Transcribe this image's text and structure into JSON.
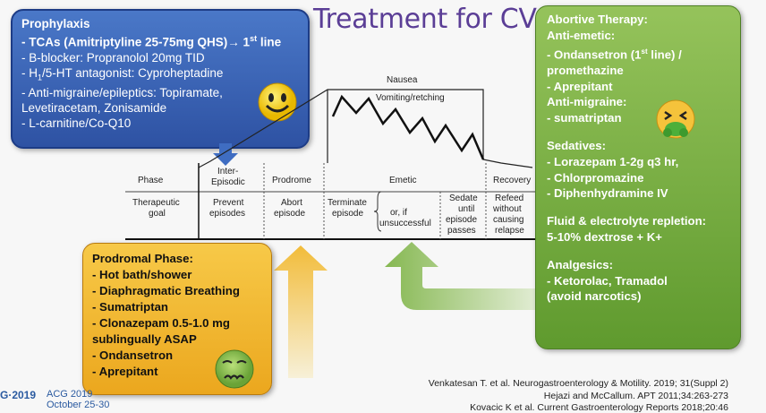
{
  "slide_title": "Treatment for CVS",
  "prophylaxis": {
    "heading": "Prophylaxis",
    "items": [
      "- TCAs (Amitriptyline 25-75mg QHS)→ 1st line",
      "- B-blocker: Propranolol 20mg TID",
      "- H1/5-HT antagonist: Cyproheptadine",
      "- Anti-migraine/epileptics: Topiramate,",
      "Levetiracetam, Zonisamide",
      "- L-carnitine/Co-Q10"
    ]
  },
  "abortive": {
    "lines": [
      "Abortive Therapy:",
      "Anti-emetic:",
      "- Ondansetron (1st line) /",
      "promethazine",
      "- Aprepitant",
      "Anti-migraine:",
      "- sumatriptan",
      "",
      "Sedatives:",
      "- Lorazepam 1-2g q3 hr,",
      "- Chlorpromazine",
      "- Diphenhydramine IV",
      "",
      "Fluid & electrolyte repletion:",
      "5-10% dextrose + K+",
      "",
      "Analgesics:",
      "- Ketorolac, Tramadol",
      "(avoid narcotics)"
    ]
  },
  "prodromal": {
    "lines": [
      "Prodromal Phase:",
      "- Hot bath/shower",
      "- Diaphragmatic Breathing",
      "- Sumatriptan",
      "- Clonazepam 0.5-1.0 mg",
      "sublingually ASAP",
      "- Ondansetron",
      "- Aprepitant"
    ]
  },
  "diagram": {
    "nausea": "Nausea",
    "vomiting": "Vomiting/retching",
    "phase_label": "Phase",
    "goal_label": [
      "Therapeutic",
      "goal"
    ],
    "phases": [
      {
        "name": [
          "Inter-",
          "Episodic"
        ],
        "goal": [
          "Prevent",
          "episodes"
        ]
      },
      {
        "name": [
          "Prodrome"
        ],
        "goal": [
          "Abort",
          "episode"
        ]
      },
      {
        "name": [
          "Emetic"
        ],
        "goal": [
          "Terminate",
          "episode"
        ]
      },
      {
        "name": [],
        "goal": [
          "or, if",
          "unsuccessful"
        ]
      },
      {
        "name": [],
        "goal": [
          "Sedate",
          "until",
          "episode",
          "passes"
        ]
      },
      {
        "name": [
          "Recovery"
        ],
        "goal": [
          "Refeed",
          "without",
          "causing",
          "relapse"
        ]
      }
    ]
  },
  "citations": [
    "Venkatesan T. et al. Neurogastroenterology & Motility. 2019; 31(Suppl 2)",
    "Hejazi and McCallum. APT 2011;34:263-273",
    "Kovacic K et al. Current Gastroenterology Reports 2018;20:46"
  ],
  "footer": {
    "logo_text": "G·2019",
    "event": "ACG 2019",
    "dates": "October 25-30"
  },
  "colors": {
    "blue_box": "#3a64b7",
    "green_box": "#7bb043",
    "yellow_box": "#f2b731",
    "title": "#5b3e96"
  },
  "icons": [
    "smiley-emoji-icon",
    "nauseated-emoji-icon",
    "sick-face-emoji-icon",
    "down-arrow-icon",
    "up-arrow-icon",
    "curved-arrow-icon"
  ]
}
